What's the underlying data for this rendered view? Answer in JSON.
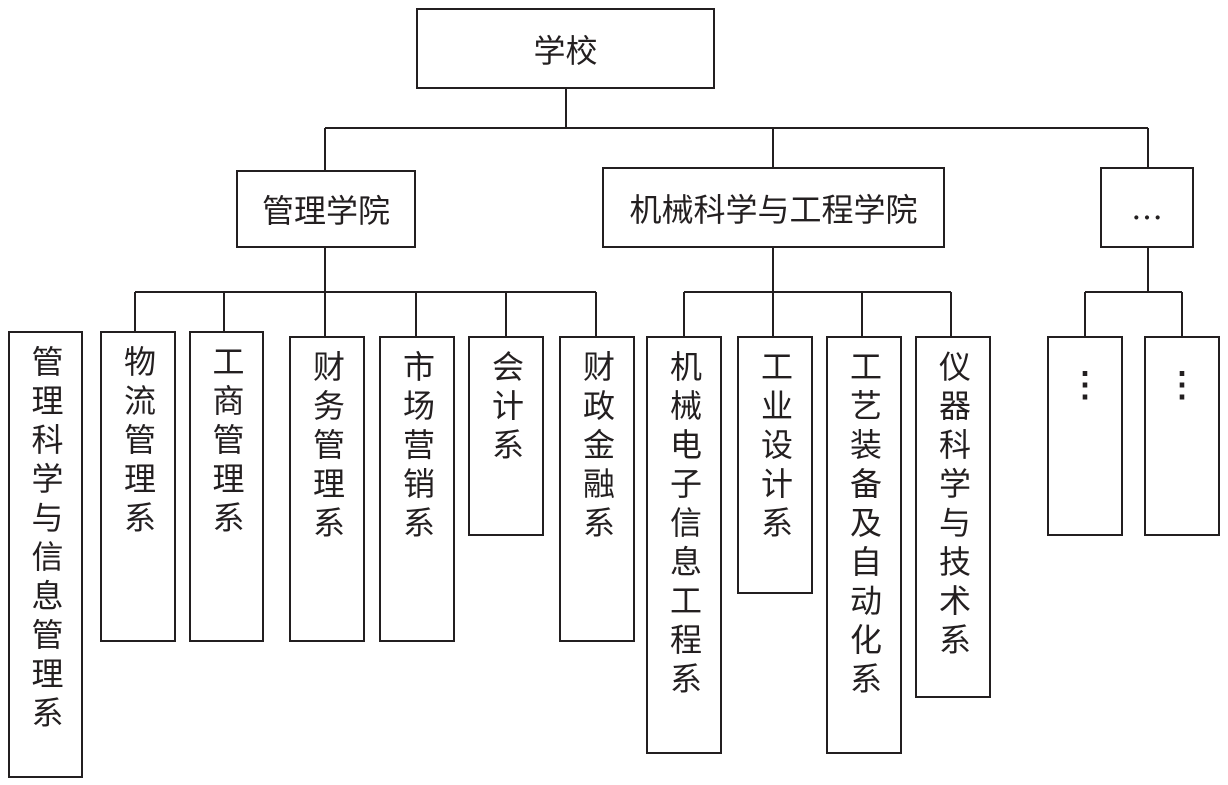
{
  "root": {
    "label": "学校"
  },
  "colleges": [
    {
      "label": "管理学院"
    },
    {
      "label": "机械科学与工程学院"
    },
    {
      "label": "…"
    }
  ],
  "departments": [
    {
      "label": "管理科学与信息管理系"
    },
    {
      "label": "物流管理系"
    },
    {
      "label": "工商管理系"
    },
    {
      "label": "财务管理系"
    },
    {
      "label": "市场营销系"
    },
    {
      "label": "会计系"
    },
    {
      "label": "财政金融系"
    },
    {
      "label": "机械电子信息工程系"
    },
    {
      "label": "工业设计系"
    },
    {
      "label": "工艺装备及自动化系"
    },
    {
      "label": "仪器科学与技术系"
    },
    {
      "label": "⋮"
    },
    {
      "label": "⋮"
    }
  ]
}
